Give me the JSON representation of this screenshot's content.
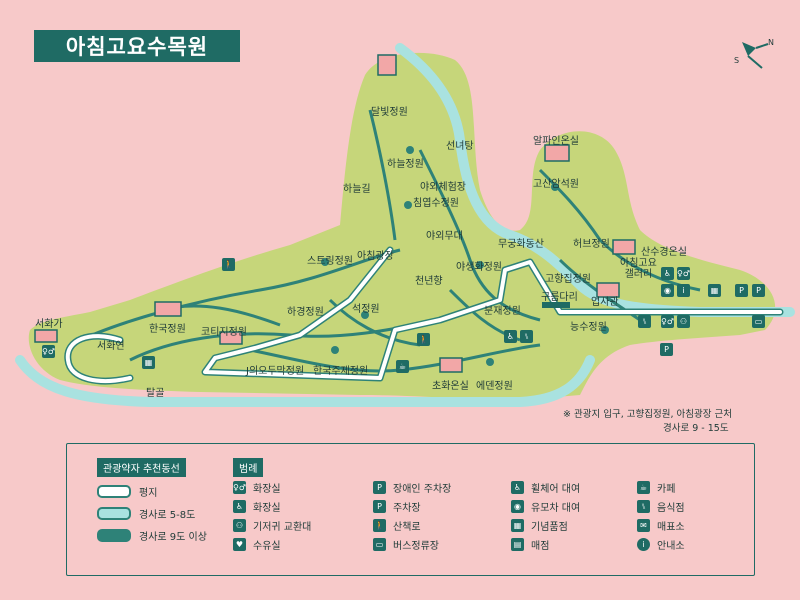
{
  "title": "아침고요수목원",
  "colors": {
    "background": "#f7c9c9",
    "land": "#c6d67a",
    "water": "#a9e2e0",
    "path": "#2e8278",
    "route": "#ffffff",
    "accent": "#1f6b64",
    "marker": "#f2a7a7"
  },
  "compass": {
    "icon": "compass-icon",
    "labels": [
      "N",
      "S"
    ]
  },
  "places": [
    {
      "id": "dalbit",
      "label": "달빛정원"
    },
    {
      "id": "sunnyeotang",
      "label": "선녀탕"
    },
    {
      "id": "haneul-garden",
      "label": "하늘정원"
    },
    {
      "id": "haneulgil",
      "label": "하늘길"
    },
    {
      "id": "outdoor-exp",
      "label": "야외체험장"
    },
    {
      "id": "conifer",
      "label": "침엽수정원"
    },
    {
      "id": "outdoor-stage",
      "label": "야외무대"
    },
    {
      "id": "alpine",
      "label": "알파인온실"
    },
    {
      "id": "alpine-rock",
      "label": "고산암석원"
    },
    {
      "id": "mugunghwa",
      "label": "무궁화동산"
    },
    {
      "id": "herb",
      "label": "허브정원"
    },
    {
      "id": "sansu",
      "label": "산수경온실"
    },
    {
      "id": "gallery",
      "label": "아침고요\n갤러리"
    },
    {
      "id": "hometown",
      "label": "고향집정원"
    },
    {
      "id": "eopsagwan",
      "label": "업사관"
    },
    {
      "id": "cloud-bridge",
      "label": "구름다리"
    },
    {
      "id": "bonsai",
      "label": "분재정원"
    },
    {
      "id": "neungsu",
      "label": "능수정원"
    },
    {
      "id": "wild-flower",
      "label": "야생화정원"
    },
    {
      "id": "thousand-tree",
      "label": "천년향"
    },
    {
      "id": "morning-plaza",
      "label": "아침광장"
    },
    {
      "id": "string",
      "label": "스트링정원"
    },
    {
      "id": "seokjeong",
      "label": "석정원"
    },
    {
      "id": "summer",
      "label": "하경정원"
    },
    {
      "id": "korean",
      "label": "한국정원"
    },
    {
      "id": "cottage",
      "label": "코티지정원"
    },
    {
      "id": "moon-window",
      "label": "J의오두막정원"
    },
    {
      "id": "korea-theme",
      "label": "한국주제정원"
    },
    {
      "id": "chohwa",
      "label": "초화온실"
    },
    {
      "id": "eden",
      "label": "에덴정원"
    },
    {
      "id": "seohwaga",
      "label": "서화가"
    },
    {
      "id": "seohwayeon",
      "label": "서화연"
    },
    {
      "id": "talgol",
      "label": "탈골"
    }
  ],
  "note": {
    "line1": "※ 관광지 입구, 고향집정원, 아침광장 근처",
    "line2": "경사로 9 - 15도"
  },
  "legend": {
    "routes_title": "관광약자 추천동선",
    "routes": [
      {
        "label": "평지",
        "color": "#ffffff"
      },
      {
        "label": "경사로 5-8도",
        "color": "#a9e2e0"
      },
      {
        "label": "경사로 9도 이상",
        "color": "#2e8278"
      }
    ],
    "icons_title": "범례",
    "items": [
      {
        "icon": "restroom-icon",
        "symbol": "♀♂",
        "label": "화장실"
      },
      {
        "icon": "accessible-restroom-icon",
        "symbol": "♿",
        "label": "화장실"
      },
      {
        "icon": "diaper-icon",
        "symbol": "⚇",
        "label": "기저귀 교환대"
      },
      {
        "icon": "nursing-icon",
        "symbol": "♥",
        "label": "수유실"
      },
      {
        "icon": "accessible-parking-icon",
        "symbol": "P",
        "label": "장애인 주차장"
      },
      {
        "icon": "parking-icon",
        "symbol": "P",
        "label": "주차장"
      },
      {
        "icon": "trail-icon",
        "symbol": "🚶",
        "label": "산책로"
      },
      {
        "icon": "bus-icon",
        "symbol": "▭",
        "label": "버스정류장"
      },
      {
        "icon": "wheelchair-rental-icon",
        "symbol": "♿",
        "label": "휠체어 대여"
      },
      {
        "icon": "stroller-rental-icon",
        "symbol": "◉",
        "label": "유모차 대여"
      },
      {
        "icon": "souvenir-icon",
        "symbol": "▦",
        "label": "기념품점"
      },
      {
        "icon": "shop-icon",
        "symbol": "▤",
        "label": "매점"
      },
      {
        "icon": "cafe-icon",
        "symbol": "☕",
        "label": "카페"
      },
      {
        "icon": "restaurant-icon",
        "symbol": "⑊",
        "label": "음식점"
      },
      {
        "icon": "ticket-icon",
        "symbol": "✉",
        "label": "매표소"
      },
      {
        "icon": "info-icon",
        "symbol": "i",
        "label": "안내소"
      }
    ]
  }
}
